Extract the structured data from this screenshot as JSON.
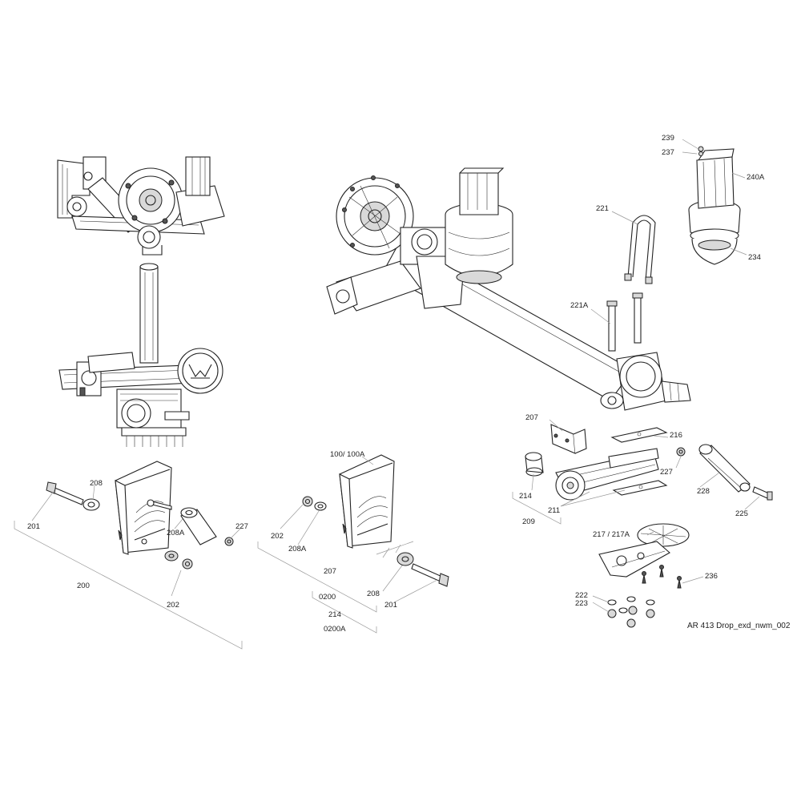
{
  "diagram": {
    "reference": "AR 413 Drop_exd_nwm_002",
    "labels": {
      "l239": "239",
      "l237": "237",
      "l240A": "240A",
      "l234": "234",
      "l221": "221",
      "l221A": "221A",
      "l207a": "207",
      "l216": "216",
      "l227a": "227",
      "l214a": "214",
      "l211": "211",
      "l209": "209",
      "l228": "228",
      "l225": "225",
      "l217": "217 / 217A",
      "l236": "236",
      "l222": "222",
      "l223": "223",
      "l100": "100/ 100A",
      "l202a": "202",
      "l208Aa": "208A",
      "l207b": "207",
      "l0200": "0200",
      "l214b": "214",
      "l0200A": "0200A",
      "l208a": "208",
      "l201a": "201",
      "l201b": "201",
      "l208b": "208",
      "l208Ab": "208A",
      "l227b": "227",
      "l200": "200",
      "l202b": "202"
    }
  }
}
